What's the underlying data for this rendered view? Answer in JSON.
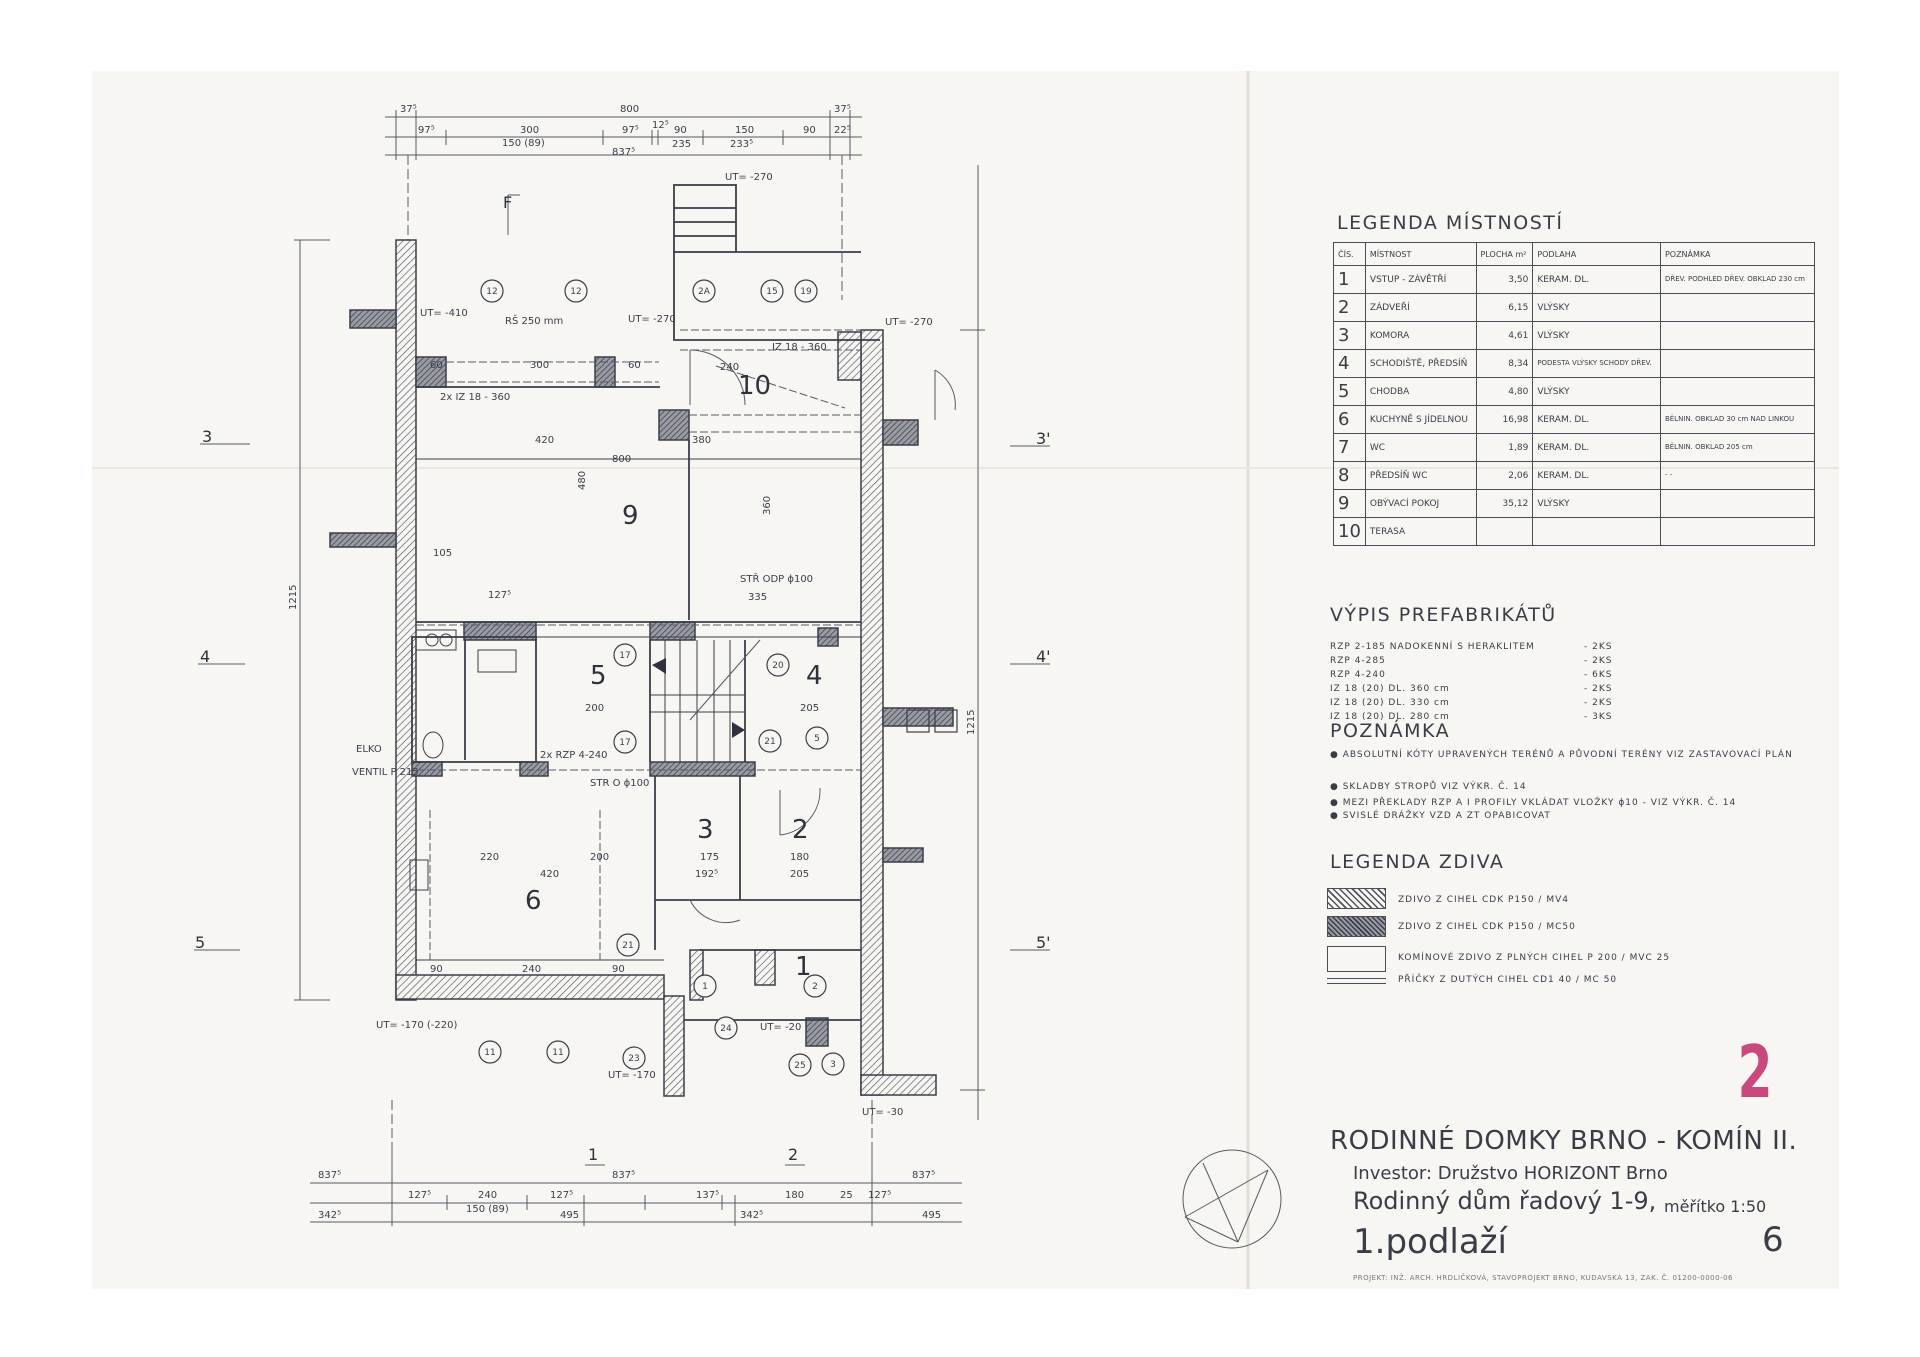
{
  "plan": {
    "rooms": [
      "9",
      "10",
      "5",
      "4",
      "3",
      "2",
      "6",
      "1"
    ],
    "sections": {
      "s3": "3",
      "s3b": "3'",
      "s4": "4",
      "s4b": "4'",
      "s5": "5",
      "s5b": "5'",
      "s1": "1",
      "s2": "2",
      "f": "F"
    },
    "levels": [
      "UT= -410",
      "UT= -270",
      "UT= -270",
      "UT= -270",
      "UT= -170 (-220)",
      "UT= -170",
      "UT= -20",
      "UT= -30"
    ],
    "dims_top": [
      "37⁵",
      "800",
      "37⁵",
      "97⁵",
      "300",
      "150 (89)",
      "97⁵",
      "12⁵",
      "90",
      "235",
      "150",
      "233⁵",
      "90",
      "22⁵",
      "837⁵"
    ],
    "dims_bottom": [
      "837⁵",
      "837⁵",
      "837⁵",
      "127⁵",
      "240",
      "150 (89)",
      "127⁵",
      "137⁵",
      "180",
      "25",
      "127⁵",
      "342⁵",
      "495",
      "342⁵",
      "495"
    ],
    "dims_side": [
      "1215",
      "1215"
    ],
    "dims_inner": [
      "420",
      "300",
      "60",
      "60",
      "240",
      "380",
      "800",
      "480",
      "360",
      "335",
      "200",
      "205",
      "220",
      "200",
      "420",
      "175",
      "180",
      "192⁵",
      "205",
      "240",
      "90",
      "90",
      "105",
      "127⁵"
    ],
    "callouts": [
      "12",
      "12",
      "2A",
      "15",
      "19",
      "17",
      "17",
      "20",
      "21",
      "5",
      "11",
      "11",
      "21",
      "23",
      "24",
      "25",
      "3",
      "1",
      "2"
    ],
    "notes_plan": [
      "STŘ ODP ϕ100",
      "RŠ 250 mm",
      "2x IZ 18 - 360",
      "IZ 18 - 360",
      "ELKO",
      "VENTIL P 215",
      "2x RZP 4-240",
      "STR O ϕ100"
    ]
  },
  "legend_rooms": {
    "title": "LEGENDA MÍSTNOSTÍ",
    "headers": [
      "ČÍS.",
      "MÍSTNOST",
      "PLOCHA m²",
      "PODLAHA",
      "POZNÁMKA"
    ],
    "rows": [
      {
        "n": "1",
        "name": "VSTUP - ZÁVĚTŘÍ",
        "area": "3,50",
        "floor": "KERAM. DL.",
        "note": "DŘEV. PODHLED DŘEV. OBKLAD 230 cm"
      },
      {
        "n": "2",
        "name": "ZÁDVEŘÍ",
        "area": "6,15",
        "floor": "VLÝSKY",
        "note": ""
      },
      {
        "n": "3",
        "name": "KOMORA",
        "area": "4,61",
        "floor": "VLÝSKY",
        "note": ""
      },
      {
        "n": "4",
        "name": "SCHODIŠTĚ, PŘEDSÍŇ",
        "area": "8,34",
        "floor": "PODESTA VLÝSKY SCHODY DŘEV.",
        "note": ""
      },
      {
        "n": "5",
        "name": "CHODBA",
        "area": "4,80",
        "floor": "VLÝSKY",
        "note": ""
      },
      {
        "n": "6",
        "name": "KUCHYNĚ S JÍDELNOU",
        "area": "16,98",
        "floor": "KERAM. DL.",
        "note": "BĚLNIN. OBKLAD 30 cm NAD LINKOU"
      },
      {
        "n": "7",
        "name": "WC",
        "area": "1,89",
        "floor": "KERAM. DL.",
        "note": "BĚLNIN. OBKLAD 205 cm"
      },
      {
        "n": "8",
        "name": "PŘEDSÍŇ WC",
        "area": "2,06",
        "floor": "KERAM. DL.",
        "note": "- -"
      },
      {
        "n": "9",
        "name": "OBÝVACÍ POKOJ",
        "area": "35,12",
        "floor": "VLÝSKY",
        "note": ""
      },
      {
        "n": "10",
        "name": "TERASA",
        "area": "",
        "floor": "",
        "note": ""
      }
    ]
  },
  "prefab": {
    "title": "VÝPIS PREFABRIKÁTŮ",
    "items": [
      {
        "name": "RZP 2-185 NADOKENNÍ S HERAKLITEM",
        "qty": "- 2KS"
      },
      {
        "name": "RZP 4-285",
        "qty": "- 2KS"
      },
      {
        "name": "RZP 4-240",
        "qty": "- 6KS"
      },
      {
        "name": "IZ 18 (20)    DL. 360 cm",
        "qty": "- 2KS"
      },
      {
        "name": "IZ 18 (20)    DL. 330 cm",
        "qty": "- 2KS"
      },
      {
        "name": "IZ 18 (20)    DL. 280 cm",
        "qty": "- 3KS"
      }
    ]
  },
  "notes": {
    "title": "POZNÁMKA",
    "items": [
      "ABSOLUTNÍ KÓTY UPRAVENÝCH TERÉNŮ A PŮVODNÍ TERÉNY VIZ ZASTAVOVACÍ PLÁN",
      "SKLADBY STROPŮ VIZ VÝKR. Č. 14",
      "MEZI PŘEKLADY RZP A I PROFILY VKLÁDAT VLOŽKY ϕ10 - VIZ VÝKR. Č. 14",
      "SVISLÉ DRÁŽKY VZD A ZT OPABICOVAT"
    ]
  },
  "legend_walls": {
    "title": "LEGENDA ZDIVA",
    "items": [
      "ZDIVO Z CIHEL CDK P150 / MV4",
      "ZDIVO Z CIHEL CDK P150 / MC50",
      "KOMÍNOVÉ ZDIVO Z PLNÝCH CIHEL P 200 / MVC 25",
      "PŘÍČKY Z DUTÝCH CIHEL CD1 40 / MC 50"
    ]
  },
  "title_block": {
    "sheet_mark": "2",
    "project": "RODINNÉ DOMKY BRNO - KOMÍN II.",
    "investor": "Investor: Družstvo HORIZONT Brno",
    "building": "Rodinný dům řadový 1-9,",
    "scale": "měřítko 1:50",
    "floor": "1.podlaží",
    "sheet_no": "6",
    "footer": "PROJEKT: INŽ. ARCH. HRDLIČKOVÁ, STAVOPROJEKT BRNO, KUDAVSKÁ 13, ZAK. Č. 01200-0000-06"
  },
  "colors": {
    "ink": "#3b3e4a",
    "paper": "#f7f6f2",
    "stamp": "#c9487e"
  }
}
